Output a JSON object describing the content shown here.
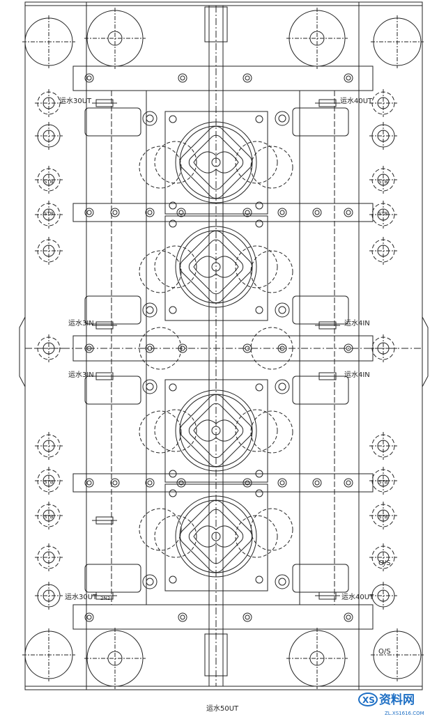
{
  "labels": {
    "tl_out": "运水30UT",
    "tr_out": "运水40UT",
    "ml_in": "运水3IN",
    "mr_in": "运水4IN",
    "ml_in2": "运水3IN",
    "mr_in2": "运水4IN",
    "bl_out": "运水30UT",
    "br_out": "运水40UT",
    "bottom_out": "运水50UT",
    "mark_2n2": "2N2"
  },
  "screw_tags": [
    "STB",
    "STB",
    "STB",
    "STB",
    "STB",
    "STB",
    "STB",
    "STB"
  ],
  "ois_tags": [
    "O/S",
    "O/S"
  ],
  "watermark": {
    "site_name": "资料网",
    "url": "ZL.XS1616.COM",
    "accent": "#1e6fc4"
  }
}
